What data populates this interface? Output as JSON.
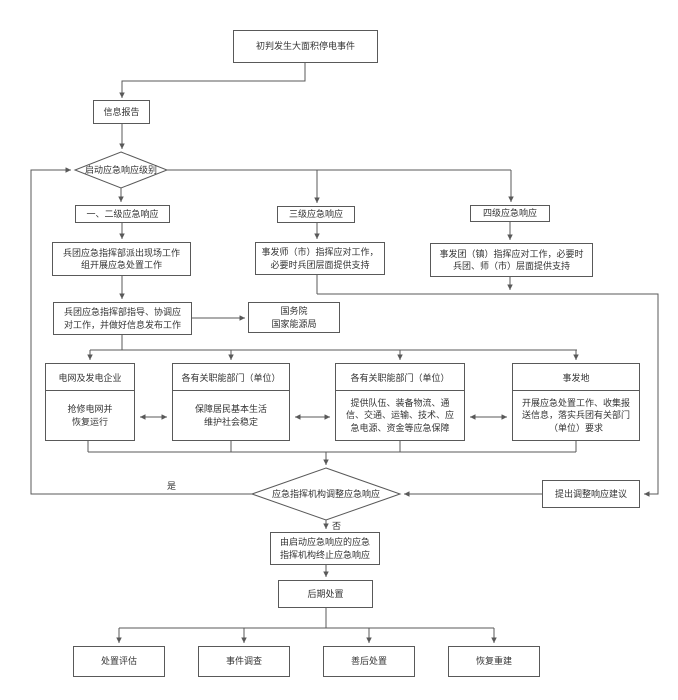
{
  "colors": {
    "line": "#595959",
    "box_border": "#595959",
    "text": "#333333",
    "background": "#ffffff"
  },
  "nodes": {
    "start": "初判发生大面积停电事件",
    "info_report": "信息报告",
    "decision_level": "启动应急响应级别",
    "level12_label": "一、二级应急响应",
    "level12_step1": "兵团应急指挥部派出现场工作\n组开展应急处置工作",
    "level12_step2": "兵团应急指挥部指导、协调应\n对工作，并做好信息发布工作",
    "level3_label": "三级应急响应",
    "level3_step": "事发师（市）指挥应对工作，\n必要时兵团层面提供支持",
    "level4_label": "四级应急响应",
    "level4_step": "事发团（镇）指挥应对工作，必要时\n兵团、师（市）层面提供支持",
    "report_to": "国务院\n国家能源局",
    "dept_boxes": [
      {
        "header": "电网及发电企业",
        "body": "抢修电网并\n恢复运行"
      },
      {
        "header": "各有关职能部门（单位）",
        "body": "保障居民基本生活\n维护社会稳定"
      },
      {
        "header": "各有关职能部门（单位）",
        "body": "提供队伍、装备物流、通\n信、交通、运输、技术、应\n急电源、资金等应急保障"
      },
      {
        "header": "事发地",
        "body": "开展应急处置工作、收集报\n送信息，落实兵团有关部门\n（单位）要求"
      }
    ],
    "decision_adjust": "应急指挥机构调整应急响应",
    "label_yes": "是",
    "label_no": "否",
    "propose": "提出调整响应建议",
    "terminate": "由启动应急响应的应急\n指挥机构终止应急响应",
    "post_disposal": "后期处置",
    "final_steps": [
      "处置评估",
      "事件调查",
      "善后处置",
      "恢复重建"
    ]
  }
}
